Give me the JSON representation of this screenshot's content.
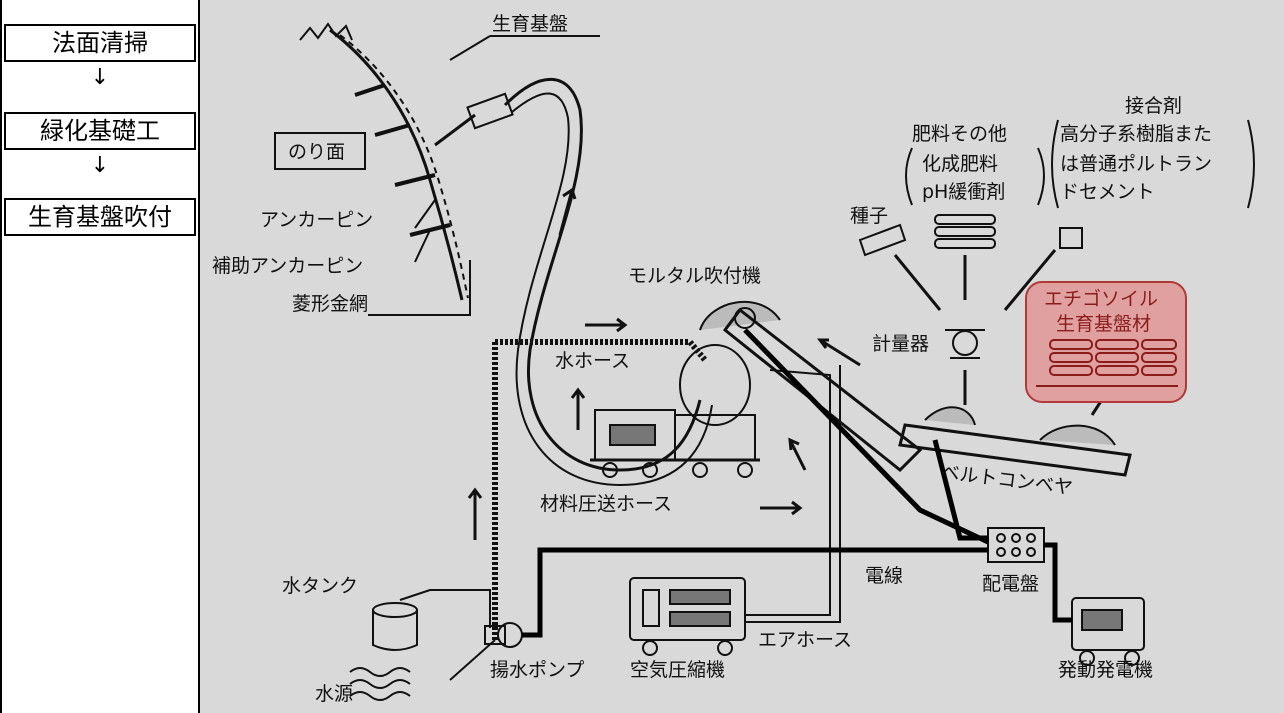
{
  "flow_steps": [
    "法面清掃",
    "緑化基礎工",
    "生育基盤吹付"
  ],
  "flow_arrow": "↓",
  "labels": {
    "seiiku_kiban": "生育基盤",
    "norimen": "のり面",
    "anchor_pin": "アンカーピン",
    "hojo_anchor_pin": "補助アンカーピン",
    "hishigata_kinmo": "菱形金網",
    "mortar_machine": "モルタル吹付機",
    "mizu_hose": "水ホース",
    "zairyo_hose": "材料圧送ホース",
    "mizu_tank": "水タンク",
    "suigen": "水源",
    "pump": "揚水ポンプ",
    "compressor": "空気圧縮機",
    "air_hose": "エアホース",
    "densen": "電線",
    "haidenban": "配電盤",
    "generator": "発動発電機",
    "belt_conveyor": "ベルトコンベヤ",
    "keiryoki": "計量器",
    "shushi": "種子",
    "hiryo_1": "肥料その他",
    "hiryo_2": "化成肥料",
    "hiryo_3": "pH緩衝剤",
    "setsugo_title": "接合剤",
    "setsugo_1": "高分子系樹脂また",
    "setsugo_2": "は普通ポルトラン",
    "setsugo_3": "ドセメント",
    "highlight_1": "エチゴソイル",
    "highlight_2": "生育基盤材"
  },
  "colors": {
    "diagram_bg": "#d9d9d9",
    "highlight_fill": "#e0a0a0",
    "highlight_stroke": "#b03a3a",
    "highlight_text": "#8a1c1c",
    "line": "#111111"
  }
}
